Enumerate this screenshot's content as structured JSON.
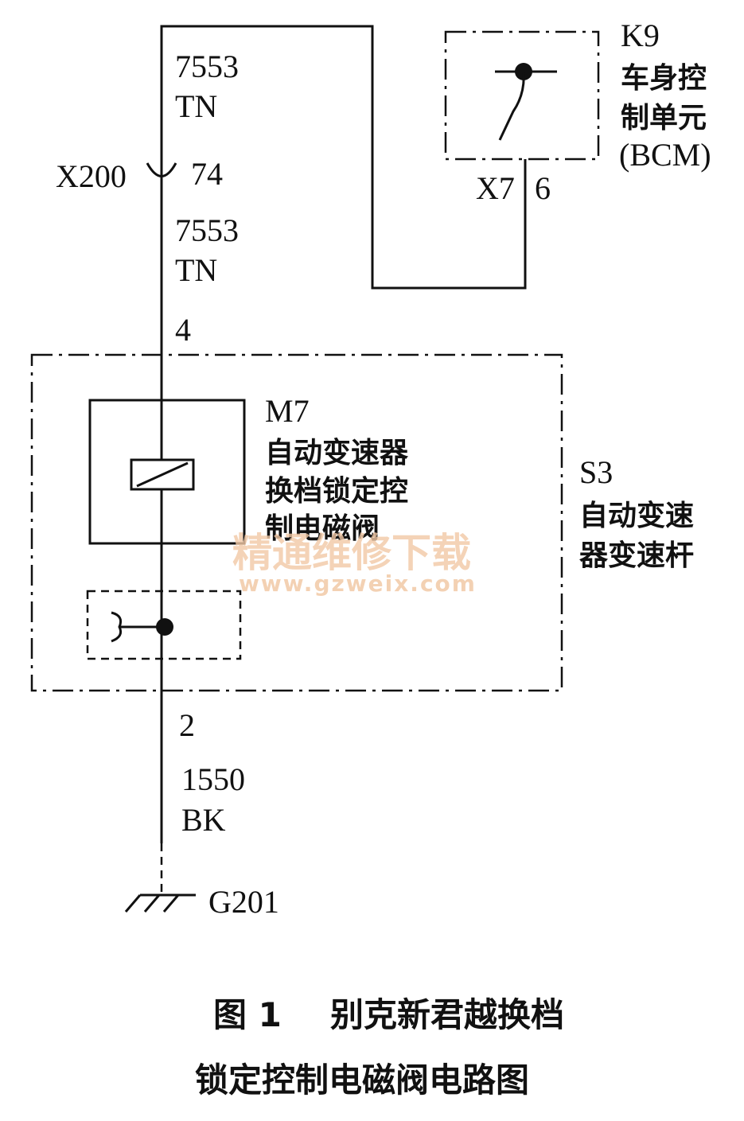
{
  "wires": {
    "upper_top": {
      "number": "7553",
      "color": "TN"
    },
    "upper_bottom": {
      "number": "7553",
      "color": "TN"
    },
    "lower": {
      "number": "1550",
      "color": "BK"
    }
  },
  "connector_x200": {
    "name": "X200",
    "pin": "74"
  },
  "pins": {
    "shifter_top": "4",
    "shifter_bottom": "2"
  },
  "bcm": {
    "id": "K9",
    "label_lines": [
      "车身控",
      "制单元",
      "(BCM)"
    ],
    "connector": "X7",
    "pin": "6"
  },
  "solenoid": {
    "id": "M7",
    "label_lines": [
      "自动变速器",
      "换档锁定控",
      "制电磁阀"
    ]
  },
  "shifter": {
    "id": "S3",
    "label_lines": [
      "自动变速",
      "器变速杆"
    ]
  },
  "ground": {
    "id": "G201"
  },
  "watermark": {
    "line1": "精通维修下载",
    "line2": "www.gzweix.com"
  },
  "caption": {
    "figure": "图 1",
    "line1": "别克新君越换档",
    "line2": "锁定控制电磁阀电路图"
  },
  "colors": {
    "ink": "#111111",
    "watermark": "#f2c9a6",
    "background": "#ffffff"
  }
}
